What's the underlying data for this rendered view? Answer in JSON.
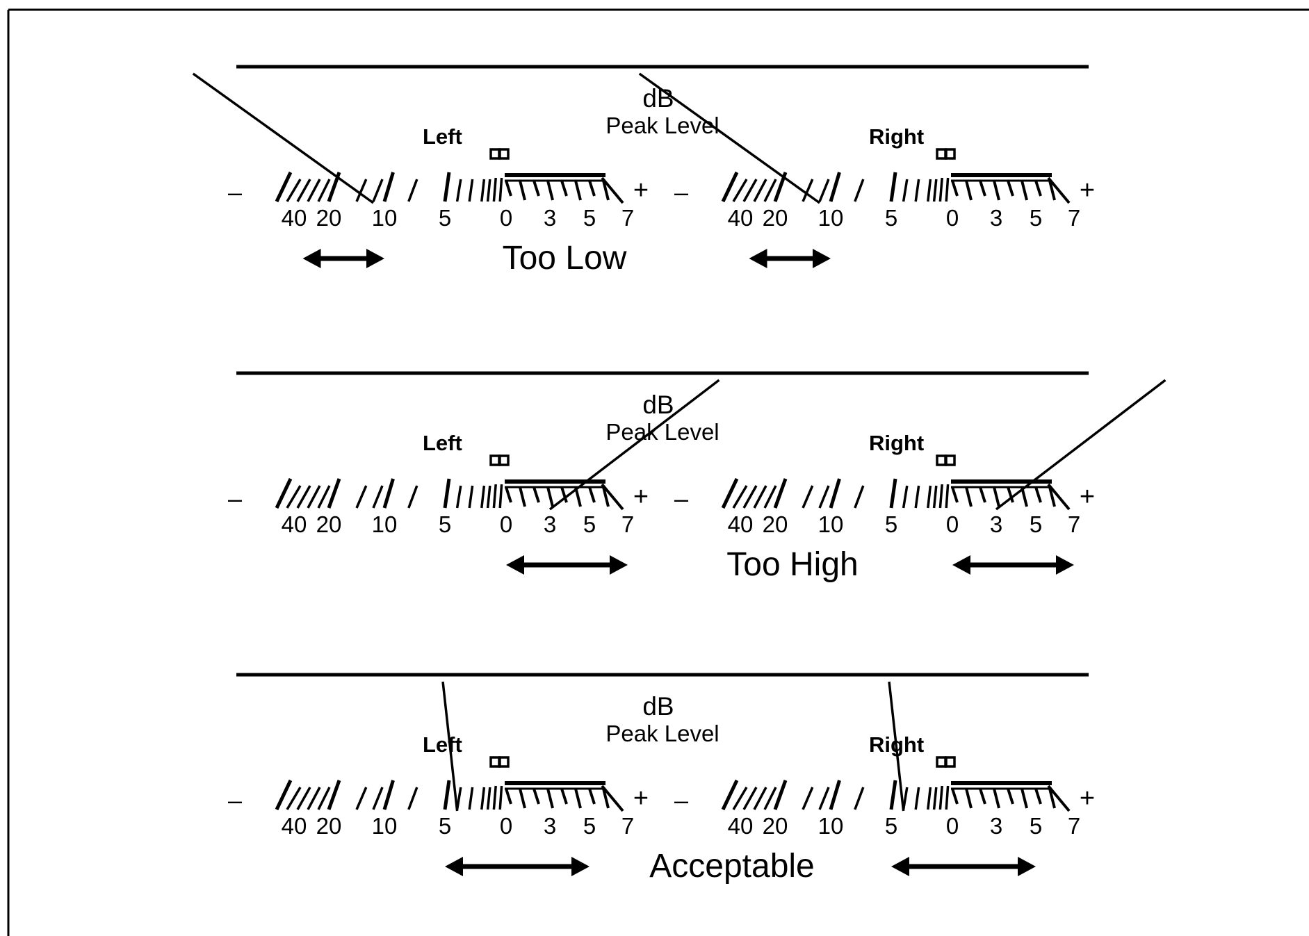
{
  "header": {
    "unit": "dB",
    "subtitle": "Peak Level"
  },
  "channels": {
    "left": "Left",
    "right": "Right"
  },
  "scale": {
    "minus": "–",
    "plus": "+",
    "labels": [
      "40",
      "20",
      "10",
      "5",
      "0",
      "3",
      "5",
      "7"
    ],
    "label_values_db": [
      -40,
      -20,
      -10,
      -5,
      0,
      3,
      5,
      7
    ]
  },
  "panels": [
    {
      "id": "too-low",
      "caption": "Too Low",
      "needle_db": -12,
      "range_db": [
        -30,
        -10
      ]
    },
    {
      "id": "too-high",
      "caption": "Too High",
      "needle_db": 3,
      "range_db": [
        0,
        7
      ]
    },
    {
      "id": "acceptable",
      "caption": "Acceptable",
      "needle_db": -4,
      "range_db": [
        -5,
        5
      ]
    }
  ]
}
